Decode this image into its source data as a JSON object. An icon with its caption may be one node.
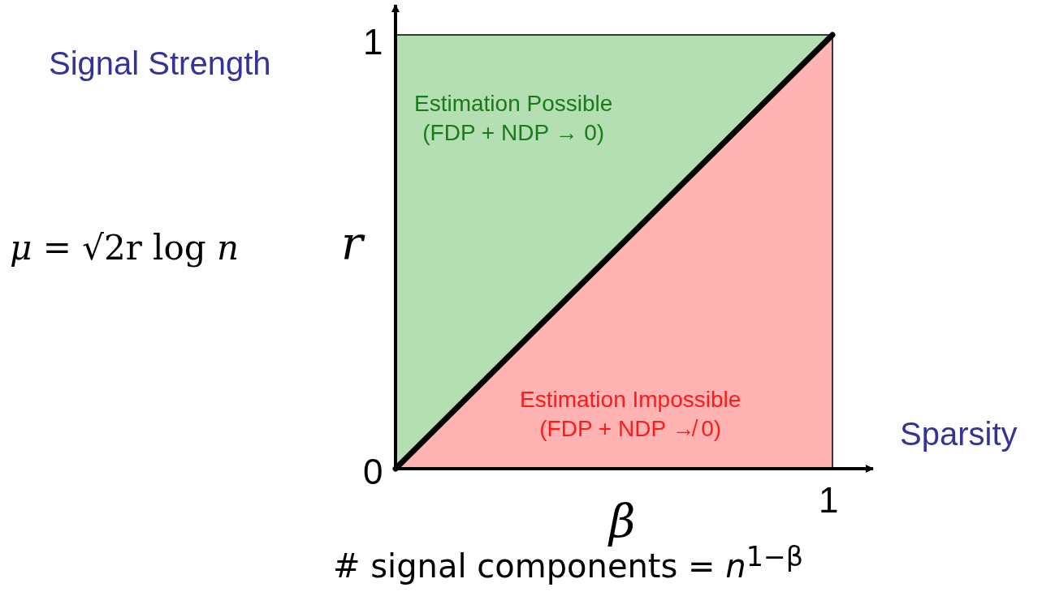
{
  "diagram": {
    "nodes": [
      {
        "text": [
          "Estimation Possible",
          "(FDP + NDP → 0)"
        ]
      },
      {
        "text": [
          "Estimation Impossible",
          "(FDP + NDP ↛ 0)"
        ]
      }
    ],
    "labels": [
      "1",
      "Signal Strength",
      "*μ* = √2r log *n*",
      "*r*",
      "0",
      "Sparsity",
      "1",
      "*β*",
      "# signal components = *n*$^{1−β}$"
    ]
  }
}
